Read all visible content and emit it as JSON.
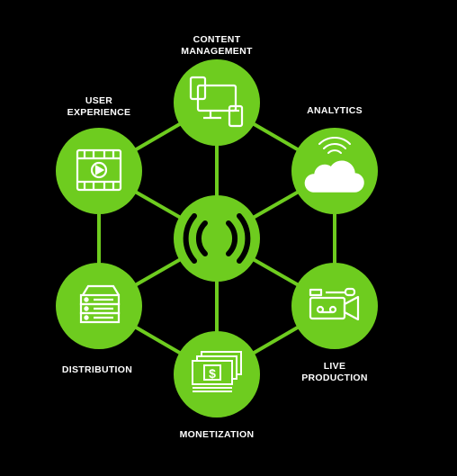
{
  "colors": {
    "background": "#000000",
    "node": "#6ECC1F",
    "icon": "#FFFFFF"
  },
  "center": {
    "icon": "broadcast-signal-icon"
  },
  "nodes": [
    {
      "id": "content-management",
      "label_lines": [
        "CONTENT",
        "MANAGEMENT"
      ],
      "icon": "devices-icon"
    },
    {
      "id": "user-experience",
      "label_lines": [
        "USER",
        "EXPERIENCE"
      ],
      "icon": "video-player-icon"
    },
    {
      "id": "analytics",
      "label_lines": [
        "ANALYTICS"
      ],
      "icon": "wireless-cloud-icon"
    },
    {
      "id": "distribution",
      "label_lines": [
        "DISTRIBUTION"
      ],
      "icon": "server-stack-icon"
    },
    {
      "id": "live-production",
      "label_lines": [
        "LIVE",
        "PRODUCTION"
      ],
      "icon": "video-camera-icon"
    },
    {
      "id": "monetization",
      "label_lines": [
        "MONETIZATION"
      ],
      "icon": "cash-stack-icon"
    }
  ]
}
